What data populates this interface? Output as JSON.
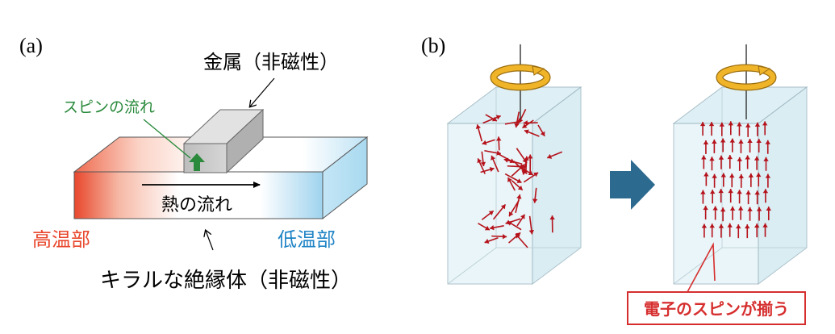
{
  "panel_a": {
    "label": "(a)",
    "metal_label": "金属（非磁性）",
    "spin_flow_label": "スピンの流れ",
    "heat_flow_label": "熱の流れ",
    "hot_label": "高温部",
    "cold_label": "低温部",
    "insulator_label": "キラルな絶縁体（非磁性）"
  },
  "panel_b": {
    "label": "(b)",
    "callout_label": "電子のスピンが揃う"
  },
  "colors": {
    "hot": "#e8472c",
    "cold": "#1f84c6",
    "spin_green": "#2a8a3c",
    "spin_arrow": "#b5121b",
    "rotation_gold": "#f0b429",
    "block_arrow": "#2c6a8f",
    "callout_border": "#d62e2e"
  }
}
